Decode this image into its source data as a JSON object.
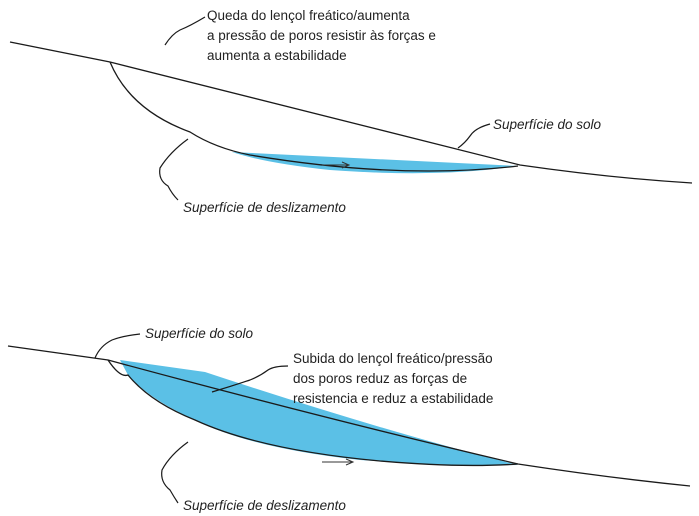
{
  "colors": {
    "water": "#5bc0e6",
    "line": "#1a1a1a",
    "text": "#222222"
  },
  "top_panel": {
    "annotation_lines": [
      "Queda do lençol freático/aumenta",
      "a pressão de poros resistir às forças e",
      "aumenta a estabilidade"
    ],
    "ground_surface_label": "Superfície do solo",
    "slip_surface_label": "Superfície de deslizamento"
  },
  "bottom_panel": {
    "ground_surface_label": "Superfície do solo",
    "annotation_lines": [
      "Subida do lençol freático/pressão",
      "dos poros reduz as forças de",
      "resistencia e reduz a estabilidade"
    ],
    "slip_surface_label": "Superfície de deslizamento"
  }
}
